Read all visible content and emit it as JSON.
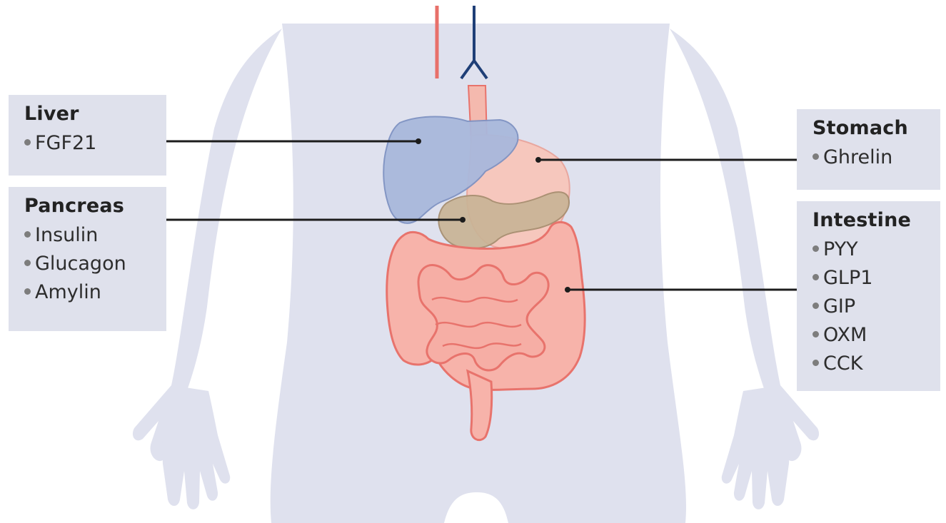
{
  "colors": {
    "body_silhouette": "#dfe1ee",
    "label_box": "#dfe1ec",
    "artery": "#e8706a",
    "vein": "#1f3f77",
    "liver": "#a9b8dc",
    "stomach": "#f6c7bd",
    "pancreas": "#c9b496",
    "intestine": "#f4a9a0",
    "intestine_outline": "#e8736c",
    "leader_line": "#1c1c1c",
    "bullet": "#7d7d7d"
  },
  "organs": {
    "liver": {
      "title": "Liver",
      "hormones": [
        "FGF21"
      ]
    },
    "pancreas": {
      "title": "Pancreas",
      "hormones": [
        "Insulin",
        "Glucagon",
        "Amylin"
      ]
    },
    "stomach": {
      "title": "Stomach",
      "hormones": [
        "Ghrelin"
      ]
    },
    "intestine": {
      "title": "Intestine",
      "hormones": [
        "PYY",
        "GLP1",
        "GIP",
        "OXM",
        "CCK"
      ]
    }
  }
}
